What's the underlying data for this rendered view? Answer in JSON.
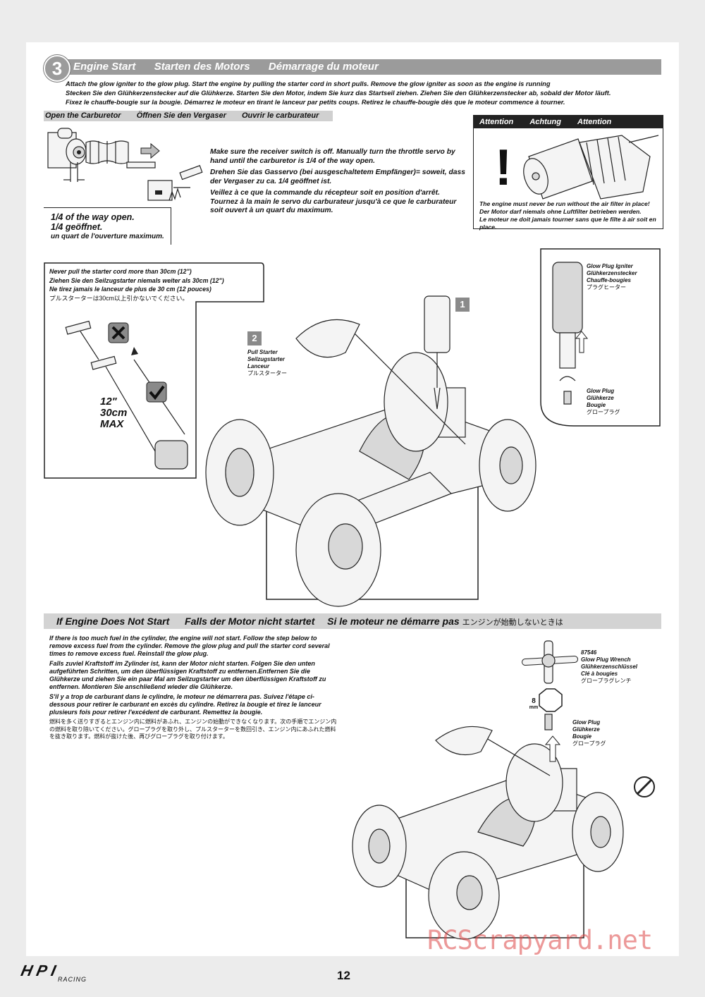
{
  "step": {
    "number": "3",
    "title_en": "Engine Start",
    "title_de": "Starten des Motors",
    "title_fr": "Démarrage du moteur",
    "intro": [
      "Attach the glow igniter to the glow plug. Start the engine by pulling the starter cord in short pulls. Remove the glow igniter as soon as the engine is running",
      "Stecken Sie den Glühkerzenstecker auf die Glühkerze. Starten Sie den Motor, indem Sie kurz das Startseil ziehen. Ziehen Sie den Glühkerzenstecker ab, sobald der Motor läuft.",
      "Fixez le chauffe-bougie sur la bougie. Démarrez le moteur en tirant le lanceur par petits coups. Retirez le chauffe-bougie dès que le moteur commence à tourner."
    ]
  },
  "carburetor": {
    "header_en": "Open the Carburetor",
    "header_de": "Öffnen Sie den Vergaser",
    "header_fr": "Ouvrir le carburateur",
    "open_en": "1/4 of the way open.",
    "open_de": "1/4 geöffnet.",
    "open_fr": "un quart de l'ouverture maximum.",
    "text_en": "Make sure the receiver switch is off. Manually turn the throttle servo by hand until the carburetor is 1/4 of the way open.",
    "text_de": "Drehen Sie das Gasservo (bei ausgeschaltetem Empfänger)= soweit, dass der Vergaser zu ca. 1/4 geöffnet ist.",
    "text_fr": "Veillez à ce que la commande du récepteur soit en position d'arrêt. Tournez à la main le servo du carburateur jusqu'à ce que le carburateur soit ouvert à un quart du maximum."
  },
  "attention": {
    "en": "Attention",
    "de": "Achtung",
    "fr": "Attention",
    "msg_en": "The engine must never be run without the air filter in place!",
    "msg_de": "Der Motor darf niemals ohne Luftfilter betrieben werden.",
    "msg_fr": "Le moteur ne doit jamais tourner sans que le filte à air soit en place."
  },
  "pull_warning": {
    "en": "Never pull the starter cord more than 30cm (12\")",
    "de": "Ziehen Sie den Seilzugstarter niemals weiter als 30cm (12\")",
    "fr": "Ne tirez jamais le lanceur de plus de 30 cm (12 pouces)",
    "jp": "プルスターターは30cm以上引かないでください。",
    "max_in": "12\"",
    "max_cm": "30cm",
    "max_label": "MAX"
  },
  "pull_starter": {
    "num": "2",
    "en": "Pull Starter",
    "de": "Seilzugstarter",
    "fr": "Lanceur",
    "jp": "プルスターター"
  },
  "igniter": {
    "num": "1",
    "en": "Glow Plug Igniter",
    "de": "Glühkerzenstecker",
    "fr": "Chauffe-bougies",
    "jp": "プラグヒーター"
  },
  "glow_plug": {
    "en": "Glow Plug",
    "de": "Glühkerze",
    "fr": "Bougie",
    "jp": "グロープラグ"
  },
  "not_start": {
    "header_en": "If Engine Does Not Start",
    "header_de": "Falls der Motor nicht startet",
    "header_fr": "Si le moteur ne démarre pas",
    "header_jp": "エンジンが始動しないときは",
    "p_en": "If there is too much fuel in the cylinder, the engine will not start. Follow the step below to remove excess fuel from the cylinder. Remove the glow plug and pull the starter cord several times to remove excess fuel. Reinstall the glow plug.",
    "p_de": "Falls zuviel Kraftstoff im Zylinder ist, kann der Motor nicht starten. Folgen Sie den unten aufgeführten Schritten, um den überflüssigen Kraftstoff zu entfernen.Entfernen Sie die Glühkerze und ziehen Sie ein paar Mal am Seilzugstarter um den überflüssigen Kraftstoff zu entfernen. Montieren Sie anschließend wieder die Glühkerze.",
    "p_fr": "S'il y a trop de carburant dans le cylindre, le moteur ne démarrera pas. Suivez l'étape ci-dessous pour retirer le carburant en excès du cylindre. Retirez la bougie et tirez le lanceur plusieurs fois pour retirer l'excédent de carburant. Remettez la bougie.",
    "p_jp": "燃料を多く送りすぎるとエンジン内に燃料があふれ、エンジンの始動ができなくなります。次の手順でエンジン内の燃料を取り除いてください。グロープラグを取り外し、プルスターターを数回引き、エンジン内にあふれた燃料を抜き取ります。燃料が抜けた後、再びグロープラグを取り付けます。"
  },
  "wrench": {
    "part": "87546",
    "en": "Glow Plug Wrench",
    "de": "Glühkerzenschlüssel",
    "fr": "Clé à bougies",
    "jp": "グロープラグレンチ",
    "size": "8",
    "unit": "mm"
  },
  "footer": {
    "logo": "HPI",
    "logo_sub": "RACING",
    "page": "12",
    "watermark": "RCScrapyard.net"
  }
}
